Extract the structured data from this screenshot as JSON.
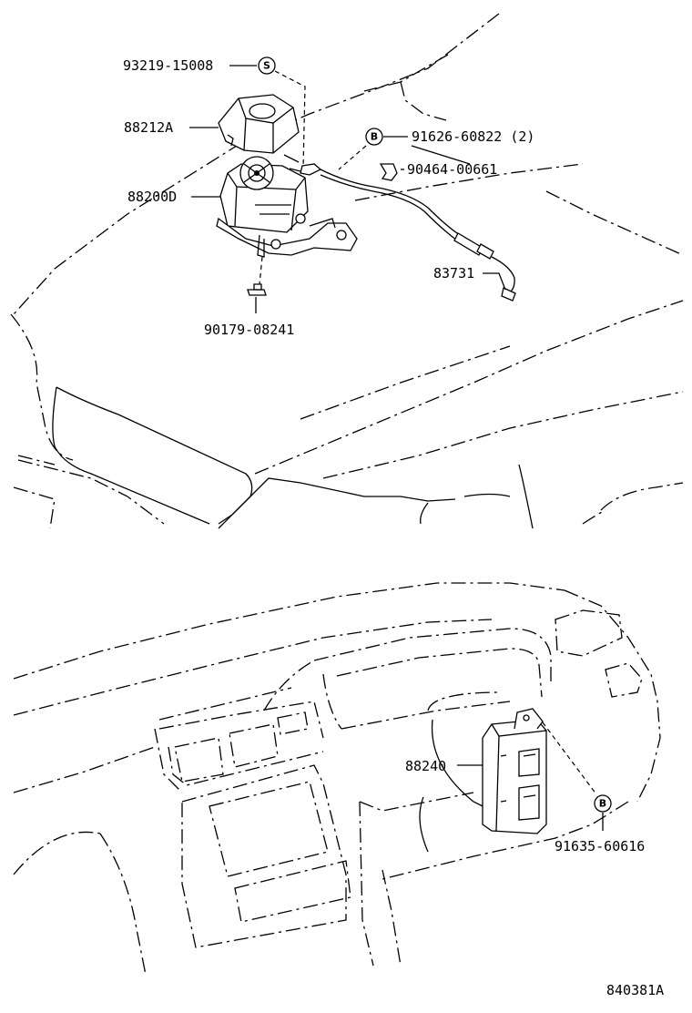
{
  "labels": {
    "p93219": "93219-15008",
    "p88212a": "88212A",
    "p91626": "91626-60822 (2)",
    "p90464": "90464-00661",
    "p88200d": "88200D",
    "p83731": "83731",
    "p90179": "90179-08241",
    "p88240": "88240",
    "p91635": "91635-60616",
    "ref": "840381A"
  },
  "marks": {
    "s": "S",
    "b1": "B",
    "b2": "B"
  }
}
